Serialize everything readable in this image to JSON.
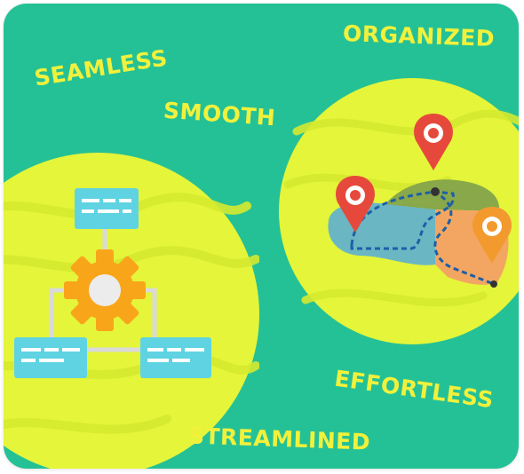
{
  "words": {
    "seamless": "SEAMLESS",
    "smooth": "SMOOTH",
    "organized": "ORGANIZED",
    "effortless": "EFFORTLESS",
    "streamlined": "STREAMLINED"
  },
  "colors": {
    "background": "#25c196",
    "circle": "#e4f53a",
    "text": "#f1f13c",
    "gear": "#f9a51a",
    "card": "#5fd3e2",
    "pin": "#e6493b"
  },
  "icons": {
    "left": "workflow-gear-icon",
    "right": "map-route-pins-icon"
  }
}
